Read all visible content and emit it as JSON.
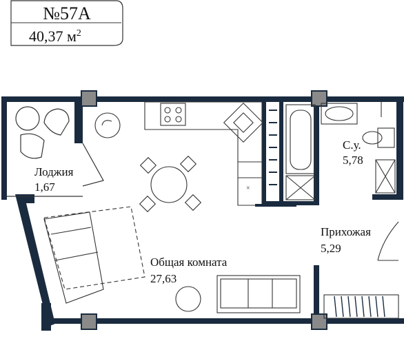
{
  "plate": {
    "number": "№57А",
    "area_value": "40,37 м",
    "area_sup": "2"
  },
  "rooms": {
    "loggia": {
      "name": "Лоджия",
      "area": "1,67"
    },
    "bathroom": {
      "name": "С.у.",
      "area": "5,78"
    },
    "hallway": {
      "name": "Прихожая",
      "area": "5,29"
    },
    "common_room": {
      "name": "Общая комната",
      "area": "27,63"
    }
  },
  "colors": {
    "wall": "#1a2b3f",
    "line": "#333333",
    "column": "#8a8a8a",
    "light_fill": "#e6e6e6"
  },
  "icons": [
    "stove-icon",
    "sink-icon",
    "bathtub-icon",
    "toilet-icon",
    "washbasin-icon",
    "table-icon",
    "sofa-icon",
    "armchair-icon"
  ]
}
